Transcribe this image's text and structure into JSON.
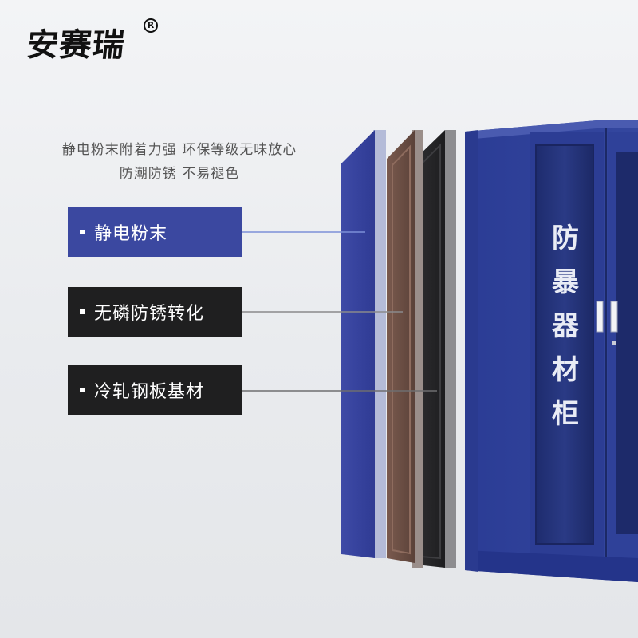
{
  "brand": {
    "name": "安赛瑞",
    "registered_mark": "R"
  },
  "tagline": {
    "line1": "静电粉末附着力强 环保等级无味放心",
    "line2": "防潮防锈 不易褪色"
  },
  "layers": [
    {
      "label": "静电粉末",
      "color": "#3b48a0"
    },
    {
      "label": "无磷防锈转化",
      "color": "#6a5046"
    },
    {
      "label": "冷轧钢板基材",
      "color": "#262628"
    }
  ],
  "cabinet": {
    "label": [
      "防",
      "暴",
      "器",
      "材",
      "柜"
    ],
    "color": "#2d3f98"
  }
}
